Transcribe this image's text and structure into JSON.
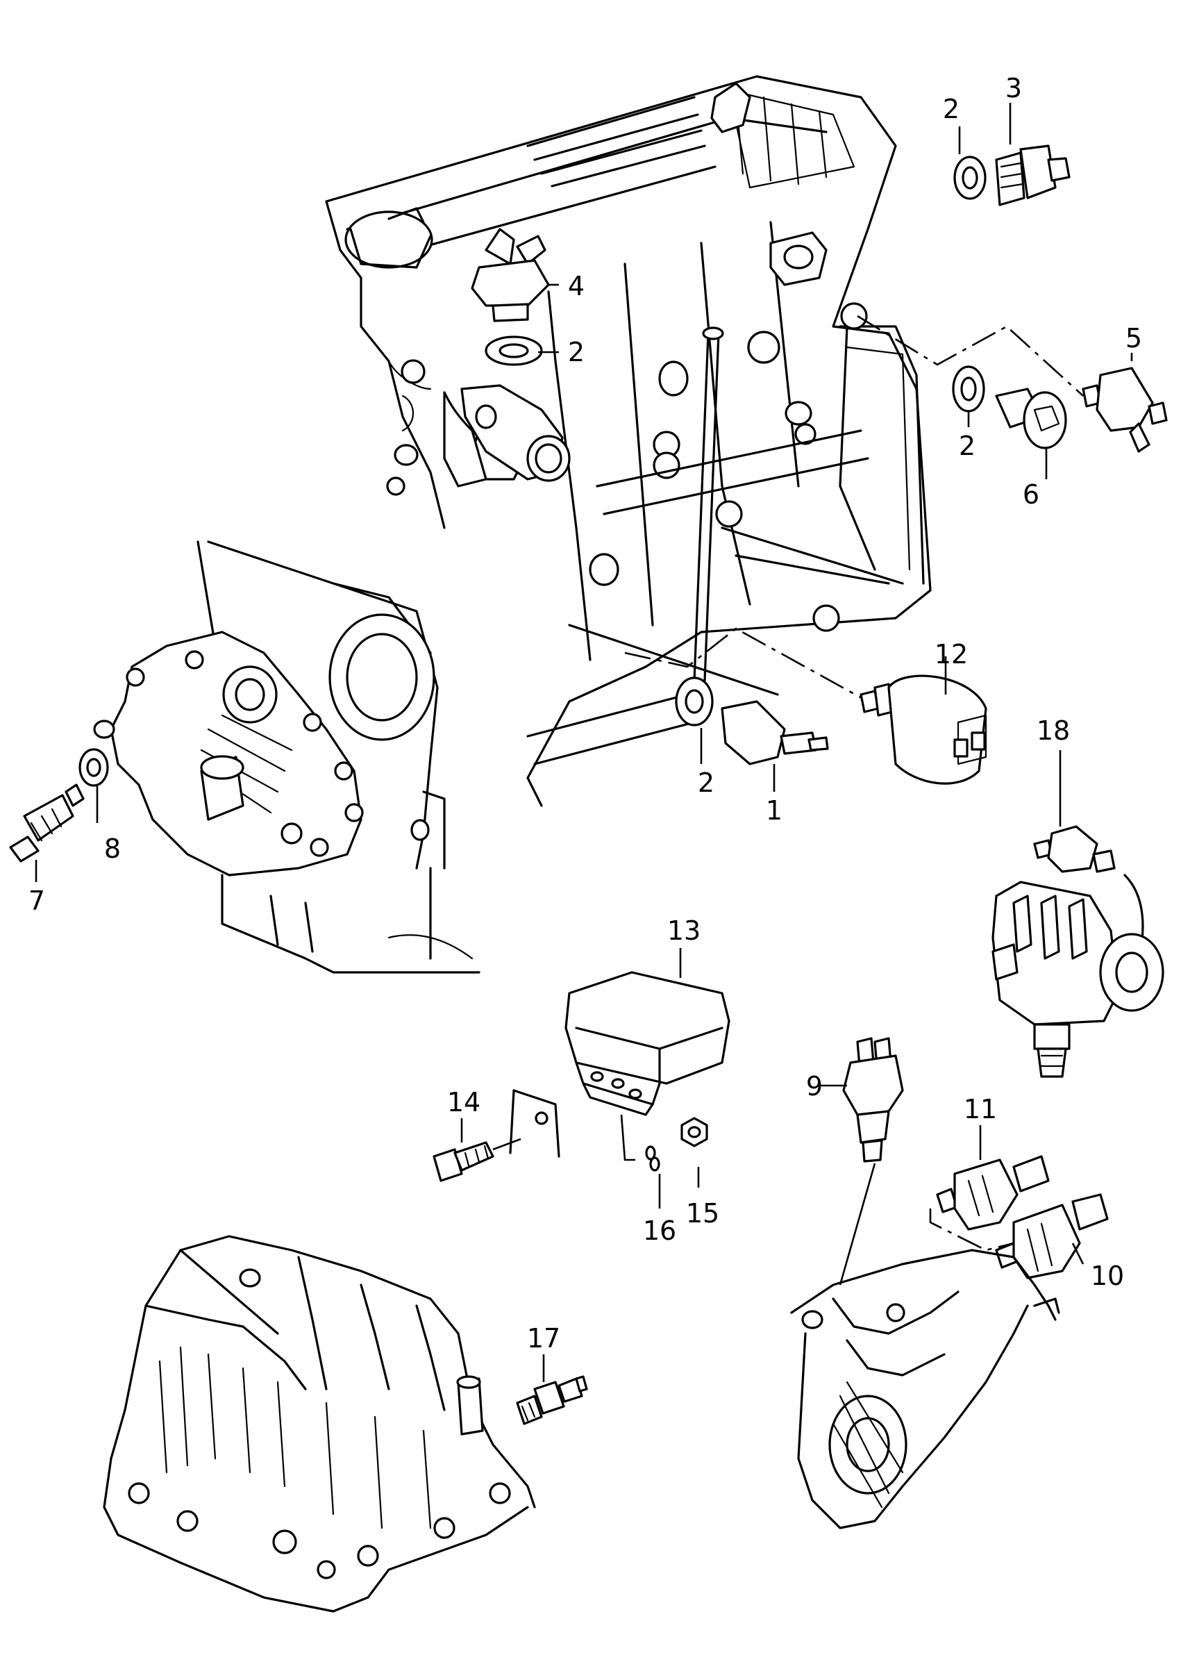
{
  "callouts": [
    {
      "id": "1",
      "label": "1"
    },
    {
      "id": "2a",
      "label": "2"
    },
    {
      "id": "2b",
      "label": "2"
    },
    {
      "id": "2c",
      "label": "2"
    },
    {
      "id": "2d",
      "label": "2"
    },
    {
      "id": "3",
      "label": "3"
    },
    {
      "id": "4",
      "label": "4"
    },
    {
      "id": "5",
      "label": "5"
    },
    {
      "id": "6",
      "label": "6"
    },
    {
      "id": "7",
      "label": "7"
    },
    {
      "id": "8",
      "label": "8"
    },
    {
      "id": "9",
      "label": "9"
    },
    {
      "id": "10",
      "label": "10"
    },
    {
      "id": "11",
      "label": "11"
    },
    {
      "id": "12",
      "label": "12"
    },
    {
      "id": "13",
      "label": "13"
    },
    {
      "id": "14",
      "label": "14"
    },
    {
      "id": "15",
      "label": "15"
    },
    {
      "id": "16",
      "label": "16"
    },
    {
      "id": "17",
      "label": "17"
    },
    {
      "id": "18",
      "label": "18"
    }
  ]
}
